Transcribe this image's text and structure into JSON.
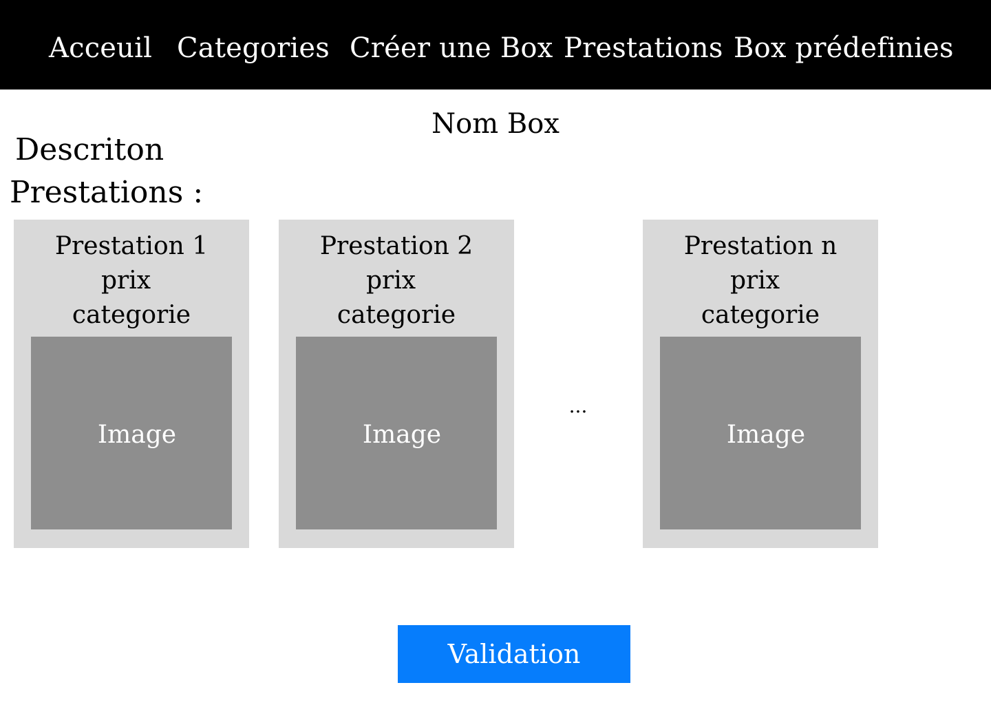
{
  "nav": {
    "items": [
      {
        "label": "Acceuil"
      },
      {
        "label": "Categories"
      },
      {
        "label": "Créer une Box"
      },
      {
        "label": "Prestations"
      },
      {
        "label": "Box prédefinies"
      }
    ]
  },
  "box": {
    "name": "Nom Box",
    "description": "Descriton"
  },
  "prestations": {
    "heading": "Prestations :",
    "items": [
      {
        "title": "Prestation 1",
        "price": "prix",
        "category": "categorie",
        "image_label": "Image"
      },
      {
        "title": "Prestation 2",
        "price": "prix",
        "category": "categorie",
        "image_label": "Image"
      },
      {
        "title": "Prestation n",
        "price": "prix",
        "category": "categorie",
        "image_label": "Image"
      }
    ],
    "ellipsis": "..."
  },
  "actions": {
    "validation_label": "Validation"
  },
  "colors": {
    "nav_background": "#000000",
    "card_background": "#d9d9d9",
    "image_placeholder": "#8e8e8e",
    "button_background": "#067dfc"
  }
}
